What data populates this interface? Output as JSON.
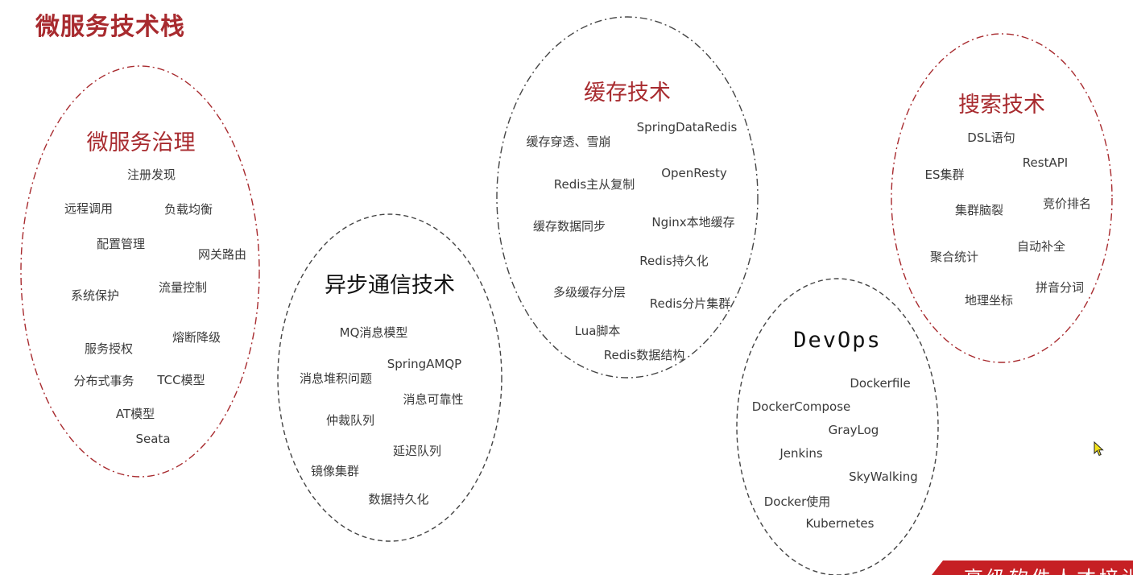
{
  "page_title": "微服务技术栈",
  "clusters": [
    {
      "title": "微服务治理",
      "items": [
        "注册发现",
        "远程调用",
        "负载均衡",
        "配置管理",
        "网关路由",
        "系统保护",
        "流量控制",
        "服务授权",
        "熔断降级",
        "分布式事务",
        "TCC模型",
        "AT模型",
        "Seata"
      ]
    },
    {
      "title": "异步通信技术",
      "items": [
        "MQ消息模型",
        "SpringAMQP",
        "消息堆积问题",
        "消息可靠性",
        "仲裁队列",
        "延迟队列",
        "镜像集群",
        "数据持久化"
      ]
    },
    {
      "title": "缓存技术",
      "items": [
        "SpringDataRedis",
        "缓存穿透、雪崩",
        "OpenResty",
        "Redis主从复制",
        "Nginx本地缓存",
        "缓存数据同步",
        "Redis持久化",
        "多级缓存分层",
        "Redis分片集群",
        "Lua脚本",
        "Redis数据结构"
      ]
    },
    {
      "title": "DevOps",
      "items": [
        "Dockerfile",
        "DockerCompose",
        "GrayLog",
        "Jenkins",
        "SkyWalking",
        "Docker使用",
        "Kubernetes"
      ]
    },
    {
      "title": "搜索技术",
      "items": [
        "DSL语句",
        "RestAPI",
        "ES集群",
        "竞价排名",
        "集群脑裂",
        "自动补全",
        "聚合统计",
        "拼音分词",
        "地理坐标"
      ]
    }
  ],
  "footer_banner": "高级软件人才培训",
  "colors": {
    "accent": "#a82b2f",
    "banner": "#c62024",
    "item_text": "#3a3a3a",
    "dashed_gray": "#444444"
  },
  "icons": [
    "mouse-cursor-icon"
  ]
}
